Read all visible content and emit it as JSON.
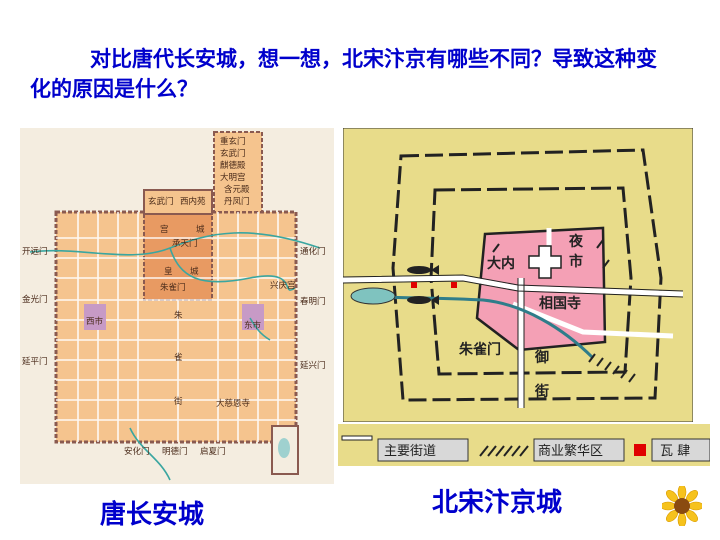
{
  "question": {
    "text": "对比唐代长安城，想一想，北宋汴京有哪些不同？导致这种变化的原因是什么？"
  },
  "tang_map": {
    "labels": {
      "chongxuan": "重玄门",
      "xuanwu": "玄武门",
      "qilin": "麒德殿",
      "daming": "大明宫",
      "hanyuan": "含元殿",
      "danfeng": "丹凤门",
      "xuanwu2": "玄武门",
      "xinei": "西内苑",
      "gong": "宫",
      "cheng_a": "城",
      "chengtian": "承天门",
      "huang": "皇",
      "cheng_b": "城",
      "zhuque": "朱雀门",
      "kaiyuan": "开远门",
      "jinguang": "金光门",
      "yanping": "延平门",
      "tonghua": "通化门",
      "xingqing": "兴庆宫",
      "chunming": "春明门",
      "yanxing": "延兴门",
      "xishi": "西市",
      "dongshi": "东市",
      "zhu": "朱",
      "que": "雀",
      "jie": "街",
      "dayan": "大慈恩寺",
      "anhua": "安化门",
      "mingde": "明德门",
      "qixia": "启夏门"
    }
  },
  "song_map": {
    "labels": {
      "ye": "夜",
      "shi": "市",
      "danei": "大内",
      "xiangguo": "相国寺",
      "zhuque": "朱雀门",
      "yu": "御",
      "jie": "街"
    }
  },
  "legend": {
    "main_street": "主要街道",
    "commercial": "商业繁华区",
    "wasi": "瓦 肆"
  },
  "captions": {
    "left": "唐长安城",
    "right": "北宋汴京城"
  },
  "colors": {
    "title_blue": "#0000cc",
    "tang_fill": "#f5c48e",
    "song_bg": "#e8dc8a",
    "palace_pink": "#f4a0b5",
    "red_marker": "#e00000"
  }
}
